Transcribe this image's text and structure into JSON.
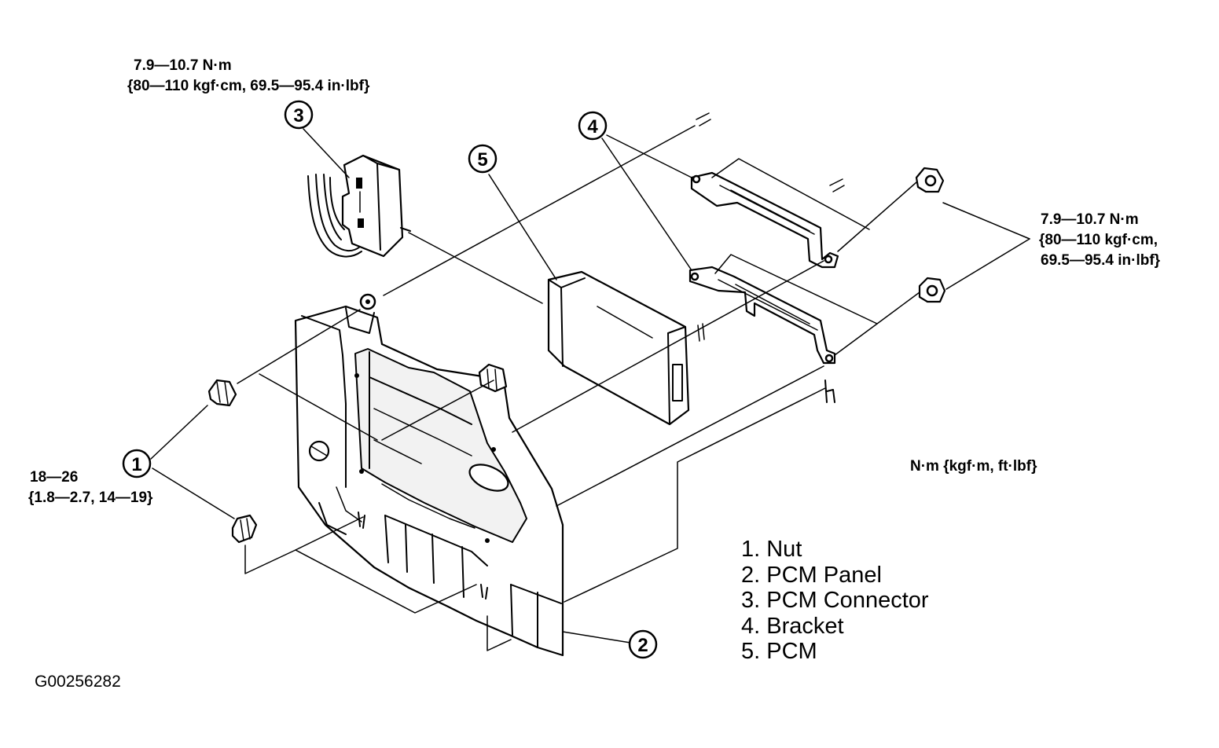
{
  "figure_id": "G00256282",
  "torque_specs": {
    "connector_line1": "7.9—10.7 N·m",
    "connector_line2": "{80—110 kgf·cm, 69.5—95.4 in·lbf}",
    "bracket_line1": "7.9—10.7 N·m",
    "bracket_line2": "{80—110 kgf·cm,",
    "bracket_line3": "69.5—95.4 in·lbf}",
    "nut_line1": "18—26",
    "nut_line2": "{1.8—2.7, 14—19}",
    "units_note": "N·m {kgf·m, ft·lbf}"
  },
  "callouts": [
    {
      "number": "1",
      "part": "nut"
    },
    {
      "number": "2",
      "part": "pcm-panel"
    },
    {
      "number": "3",
      "part": "pcm-connector"
    },
    {
      "number": "4",
      "part": "bracket"
    },
    {
      "number": "5",
      "part": "pcm"
    }
  ],
  "legend": [
    "1. Nut",
    "2. PCM Panel",
    "3. PCM Connector",
    "4. Bracket",
    "5. PCM"
  ]
}
